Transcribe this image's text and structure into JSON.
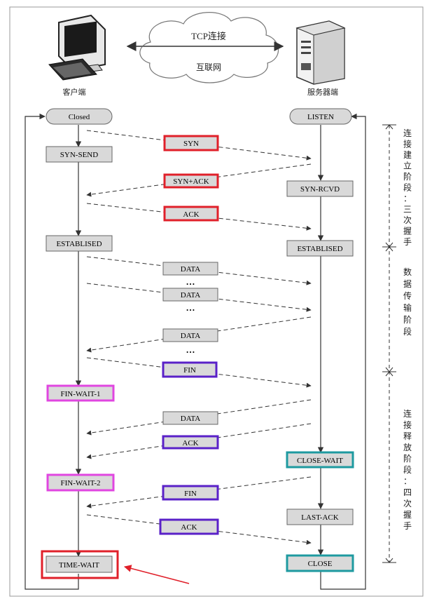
{
  "header": {
    "cloud_top": "TCP连接",
    "cloud_bottom": "互联网",
    "client_label": "客户端",
    "server_label": "服务器端"
  },
  "client_states": {
    "closed": "Closed",
    "syn_send": "SYN-SEND",
    "established": "ESTABLISED",
    "fin_wait_1": "FIN-WAIT-1",
    "fin_wait_2": "FIN-WAIT-2",
    "time_wait": "TIME-WAIT"
  },
  "server_states": {
    "listen": "LISTEN",
    "syn_rcvd": "SYN-RCVD",
    "established": "ESTABLISED",
    "close_wait": "CLOSE-WAIT",
    "last_ack": "LAST-ACK",
    "close": "CLOSE"
  },
  "messages": {
    "syn": "SYN",
    "syn_ack": "SYN+ACK",
    "ack1": "ACK",
    "data1": "DATA",
    "dots1": "…",
    "data2": "DATA",
    "dots2": "…",
    "data3": "DATA",
    "dots3": "…",
    "fin1": "FIN",
    "data4": "DATA",
    "ack2": "ACK",
    "fin2": "FIN",
    "ack3": "ACK"
  },
  "phases": {
    "connect": [
      "连",
      "接",
      "建",
      "立",
      "阶",
      "段",
      "：",
      "三",
      "次",
      "握",
      "手"
    ],
    "transfer": [
      "数",
      "据",
      "传",
      "输",
      "阶",
      "段"
    ],
    "release": [
      "连",
      "接",
      "释",
      "放",
      "阶",
      "段",
      "：",
      "四",
      "次",
      "握",
      "手"
    ]
  },
  "colors": {
    "red": "#e0202a",
    "purple": "#5a21c8",
    "magenta": "#e046e0",
    "teal": "#1e9aa0",
    "box_fill": "#d9d9d9",
    "line": "#333333"
  }
}
